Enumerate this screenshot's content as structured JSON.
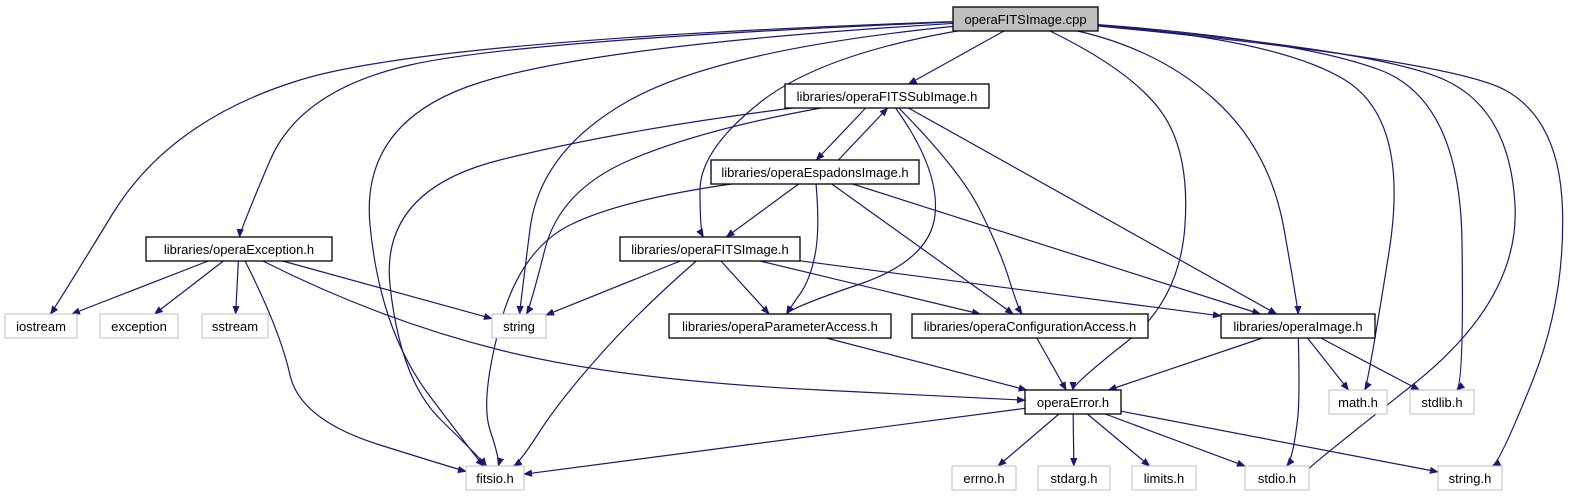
{
  "colors": {
    "edge": "#191970",
    "root_fill": "#bfbfbf",
    "local_border": "#000000",
    "system_border": "#bfbfbf",
    "text": "#000000"
  },
  "nodes": [
    {
      "id": "root",
      "label": "operaFITSImage.cpp",
      "kind": "root"
    },
    {
      "id": "subimage",
      "label": "libraries/operaFITSSubImage.h",
      "kind": "local"
    },
    {
      "id": "espadons",
      "label": "libraries/operaEspadonsImage.h",
      "kind": "local"
    },
    {
      "id": "exception",
      "label": "libraries/operaException.h",
      "kind": "local"
    },
    {
      "id": "fitsimage",
      "label": "libraries/operaFITSImage.h",
      "kind": "local"
    },
    {
      "id": "iostream",
      "label": "iostream",
      "kind": "system"
    },
    {
      "id": "exceptionsys",
      "label": "exception",
      "kind": "system"
    },
    {
      "id": "sstream",
      "label": "sstream",
      "kind": "system"
    },
    {
      "id": "string",
      "label": "string",
      "kind": "system"
    },
    {
      "id": "paramaccess",
      "label": "libraries/operaParameterAccess.h",
      "kind": "local"
    },
    {
      "id": "configaccess",
      "label": "libraries/operaConfigurationAccess.h",
      "kind": "local"
    },
    {
      "id": "operaimage",
      "label": "libraries/operaImage.h",
      "kind": "local"
    },
    {
      "id": "operaerror",
      "label": "operaError.h",
      "kind": "local"
    },
    {
      "id": "math",
      "label": "math.h",
      "kind": "system"
    },
    {
      "id": "stdlib",
      "label": "stdlib.h",
      "kind": "system"
    },
    {
      "id": "fitsio",
      "label": "fitsio.h",
      "kind": "system"
    },
    {
      "id": "errno",
      "label": "errno.h",
      "kind": "system"
    },
    {
      "id": "stdarg",
      "label": "stdarg.h",
      "kind": "system"
    },
    {
      "id": "limits",
      "label": "limits.h",
      "kind": "system"
    },
    {
      "id": "stdio",
      "label": "stdio.h",
      "kind": "system"
    },
    {
      "id": "stringh",
      "label": "string.h",
      "kind": "system"
    }
  ],
  "edges": [
    [
      "root",
      "subimage"
    ],
    [
      "root",
      "iostream"
    ],
    [
      "root",
      "exception"
    ],
    [
      "root",
      "fitsio"
    ],
    [
      "root",
      "string"
    ],
    [
      "root",
      "fitsimage"
    ],
    [
      "root",
      "operaerror"
    ],
    [
      "root",
      "operaimage"
    ],
    [
      "root",
      "math"
    ],
    [
      "root",
      "stdlib"
    ],
    [
      "root",
      "stdio"
    ],
    [
      "root",
      "stringh"
    ],
    [
      "subimage",
      "espadons"
    ],
    [
      "subimage",
      "fitsio"
    ],
    [
      "subimage",
      "string"
    ],
    [
      "subimage",
      "paramaccess"
    ],
    [
      "subimage",
      "configaccess"
    ],
    [
      "subimage",
      "operaimage"
    ],
    [
      "espadons",
      "subimage"
    ],
    [
      "espadons",
      "fitsimage"
    ],
    [
      "espadons",
      "fitsio"
    ],
    [
      "espadons",
      "paramaccess"
    ],
    [
      "espadons",
      "configaccess"
    ],
    [
      "espadons",
      "operaimage"
    ],
    [
      "exception",
      "iostream"
    ],
    [
      "exception",
      "exceptionsys"
    ],
    [
      "exception",
      "sstream"
    ],
    [
      "exception",
      "string"
    ],
    [
      "exception",
      "fitsio"
    ],
    [
      "exception",
      "operaerror"
    ],
    [
      "fitsimage",
      "string"
    ],
    [
      "fitsimage",
      "fitsio"
    ],
    [
      "fitsimage",
      "paramaccess"
    ],
    [
      "fitsimage",
      "configaccess"
    ],
    [
      "fitsimage",
      "operaimage"
    ],
    [
      "paramaccess",
      "operaerror"
    ],
    [
      "configaccess",
      "operaerror"
    ],
    [
      "operaimage",
      "operaerror"
    ],
    [
      "operaimage",
      "math"
    ],
    [
      "operaimage",
      "stdlib"
    ],
    [
      "operaimage",
      "stdio"
    ],
    [
      "operaerror",
      "fitsio"
    ],
    [
      "operaerror",
      "errno"
    ],
    [
      "operaerror",
      "stdarg"
    ],
    [
      "operaerror",
      "limits"
    ],
    [
      "operaerror",
      "stdio"
    ],
    [
      "operaerror",
      "stringh"
    ]
  ]
}
